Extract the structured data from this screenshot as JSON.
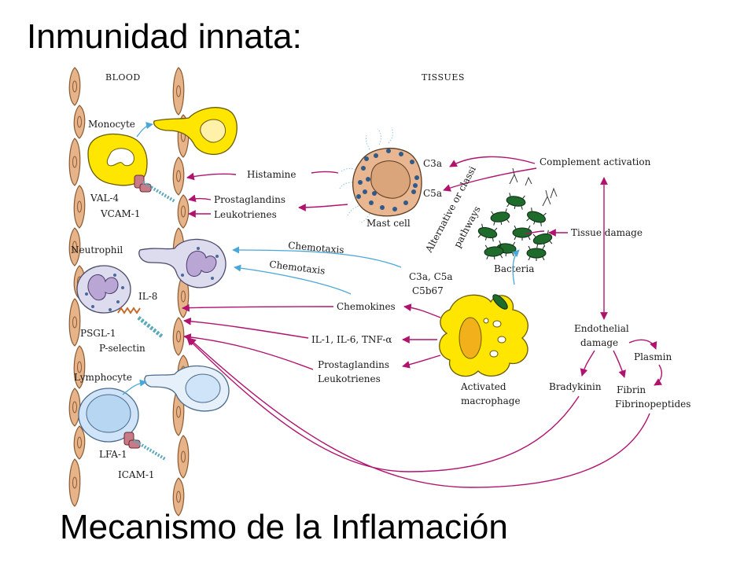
{
  "title": "Inmunidad innata:",
  "subtitle": "Mecanismo de la Inflamación",
  "colors": {
    "vessel": "#e7b48a",
    "vessel_stroke": "#8a5a32",
    "cell_yellow": "#ffe600",
    "mast": "#e8b690",
    "neutrophil": "#dcdcee",
    "lymphocyte": "#cfe4f8",
    "arrow_pink": "#b0126e",
    "arrow_blue": "#4aa7d8",
    "bacteria": "#1f6b2c",
    "spring": "#5ba8b8",
    "receptor": "#c87a86"
  },
  "sections": {
    "blood": "BLOOD",
    "tissues": "TISSUES"
  },
  "cells": {
    "monocyte": "Monocyte",
    "neutrophil": "Neutrophil",
    "lymphocyte": "Lymphocyte",
    "mast_cell": "Mast cell",
    "bacteria": "Bacteria",
    "macrophage_1": "Activated",
    "macrophage_2": "macrophage"
  },
  "molecules": {
    "val4": "VAL-4",
    "vcam1": "VCAM-1",
    "il8": "IL-8",
    "psgl1": "PSGL-1",
    "pselectin": "P-selectin",
    "lfa1": "LFA-1",
    "icam1": "ICAM-1"
  },
  "mediators": {
    "histamine": "Histamine",
    "prostaglandins_1": "Prostaglandins",
    "leukotrienes_1": "Leukotrienes",
    "chemotaxis_1": "Chemotaxis",
    "chemotaxis_2": "Chemotaxis",
    "c3a": "C3a",
    "c5a": "C5a",
    "c3a_c5a": "C3a, C5a",
    "c5b67": "C5b67",
    "chemokines": "Chemokines",
    "cytokines": "IL-1, IL-6, TNF-α",
    "prostaglandins_2": "Prostaglandins",
    "leukotrienes_2": "Leukotrienes"
  },
  "processes": {
    "complement": "Complement activation",
    "pathways_1": "Alternative or classi",
    "pathways_2": "pathways",
    "tissue_damage": "Tissue damage",
    "endothelial_1": "Endothelial",
    "endothelial_2": "damage",
    "plasmin": "Plasmin",
    "bradykinin": "Bradykinin",
    "fibrin": "Fibrin",
    "fibrinopeptides": "Fibrinopeptides"
  }
}
